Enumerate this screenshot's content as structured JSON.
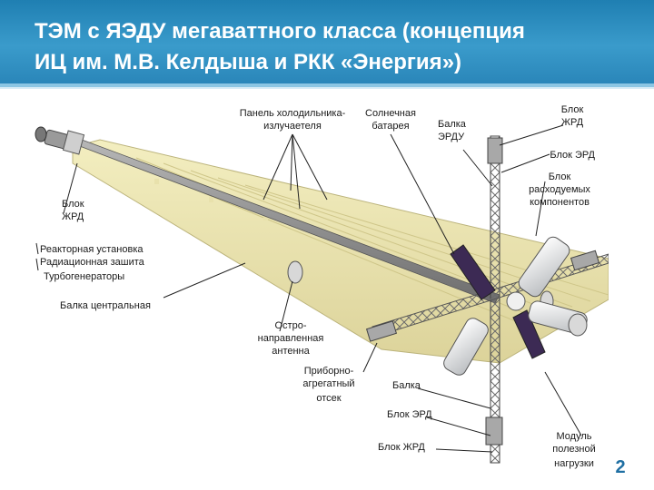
{
  "slide": {
    "title_line1": "ТЭМ с ЯЭДУ мегаваттного класса (концепция",
    "title_line2": "ИЦ им. М.В. Келдыша и РКК «Энергия»)",
    "page_number": "2"
  },
  "labels": {
    "panel_line1": "Панель холодильника-",
    "panel_line2": "излучаетеля",
    "solar_line1": "Солнечная",
    "solar_line2": "батарея",
    "beam_erdu_line1": "Балка",
    "beam_erdu_line2": "ЭРДУ",
    "block_zhrd_top_line1": "Блок",
    "block_zhrd_top_line2": "ЖРД",
    "block_erd_top": "Блок ЭРД",
    "consumables_line1": "Блок",
    "consumables_line2": "расходуемых",
    "consumables_line3": "компонентов",
    "block_zhrd_left_line1": "Блок",
    "block_zhrd_left_line2": "ЖРД",
    "reactor": "Реакторная установка",
    "radiation": "Радиационная зашита",
    "turbo": "Турбогенераторы",
    "central_beam": "Балка центральная",
    "antenna_line1": "Остро-",
    "antenna_line2": "направленная",
    "antenna_line3": "антенна",
    "instrument_line1": "Приборно-",
    "instrument_line2": "агрегатный",
    "instrument_line3": "отсек",
    "beam": "Балка",
    "block_erd_bottom": "Блок ЭРД",
    "block_zhrd_bottom": "Блок ЖРД",
    "payload_line1": "Модуль",
    "payload_line2": "полезной",
    "payload_line3": "нагрузки"
  }
}
